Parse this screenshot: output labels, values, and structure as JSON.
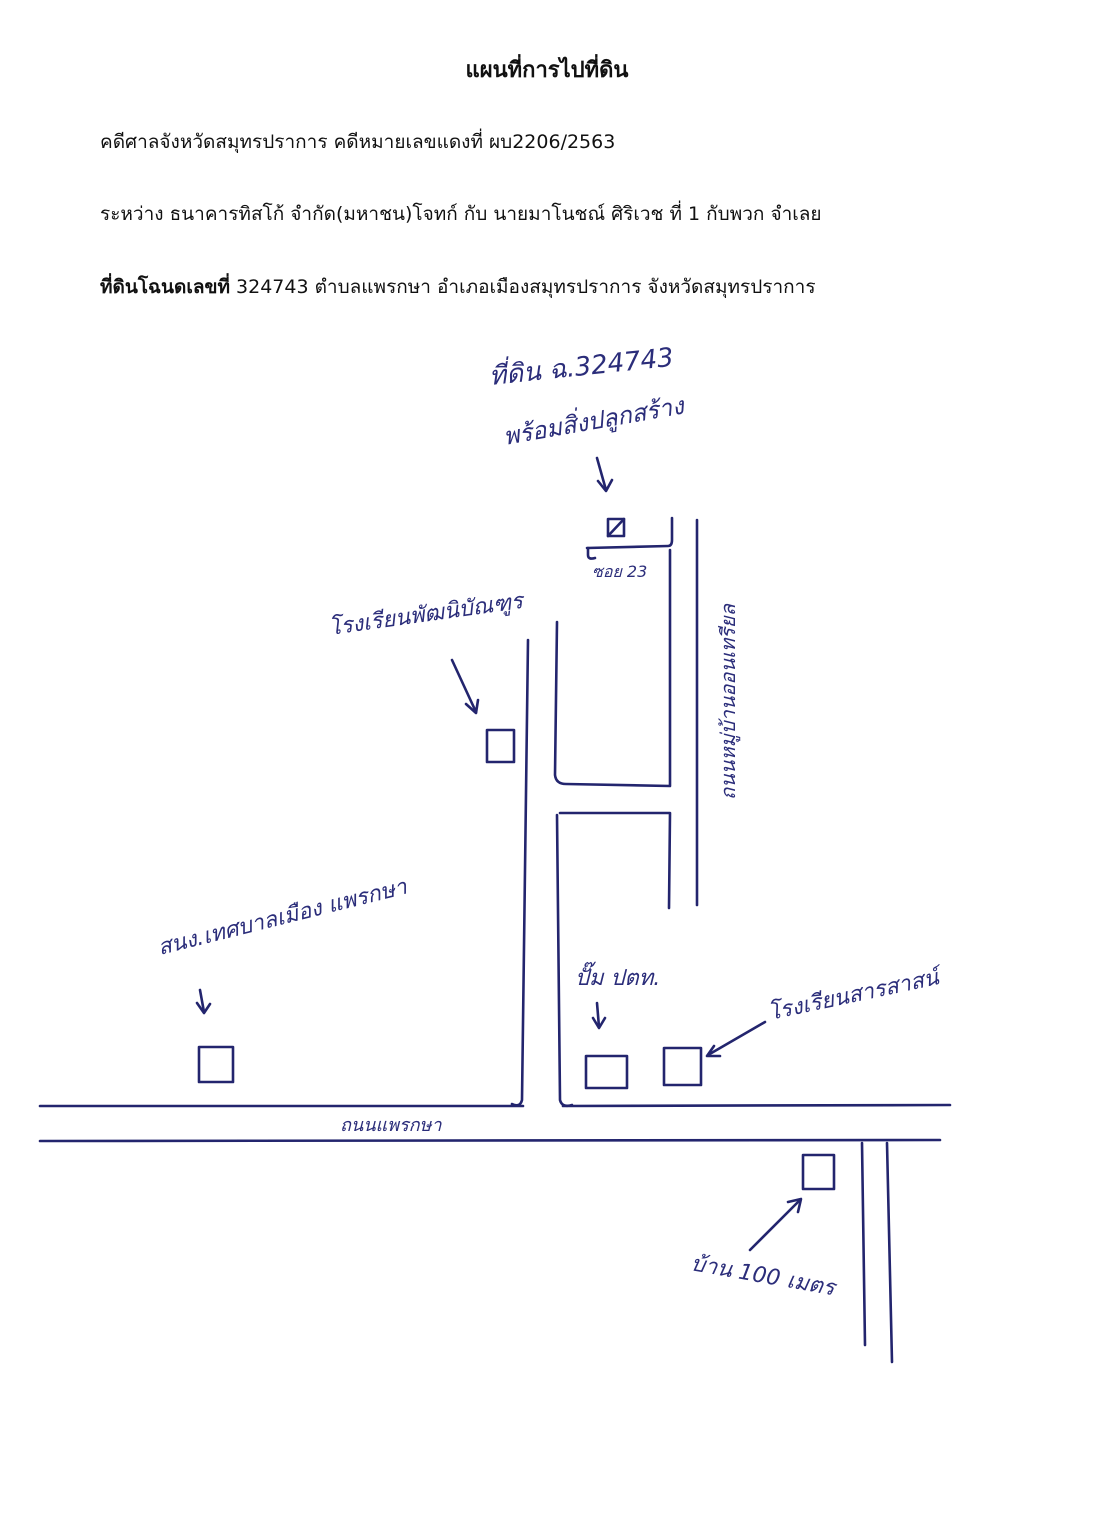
{
  "header": {
    "title": "แผนที่การไปที่ดิน",
    "case_line": "คดีศาลจังหวัดสมุทรปราการ  คดีหมายเลขแดงที่  ผบ2206/2563",
    "parties_line": "ระหว่าง ธนาคารทิสโก้ จำกัด(มหาชน)โจทก์ กับ นายมาโนชณ์  ศิริเวช ที่ 1 กับพวก  จำเลย",
    "land_prefix": "ที่ดินโฉนดเลขที่",
    "land_rest": " 324743 ตำบลแพรกษา อำเภอเมืองสมุทรปราการ จังหวัดสมุทรปราการ"
  },
  "map": {
    "label_target_line1": "ที่ดิน ฉ.324743",
    "label_target_line2": "พร้อมสิ่งปลูกสร้าง",
    "label_soi": "ซอย 23",
    "label_school_top": "โรงเรียนพัฒนิบัณฑูร",
    "label_village_road": "ถนนหมู่บ้านออนเทรียล",
    "label_municipality": "สนง.เทศบาลเมือง แพรกษา",
    "label_post_office": "ปั๊ม ปตท.",
    "label_school_right": "โรงเรียนสารสาสน์",
    "label_main_road": "ถนนแพรกษา",
    "label_bottom_right": "บ้าน 100 เมตร",
    "ink_color": "#23256e"
  }
}
